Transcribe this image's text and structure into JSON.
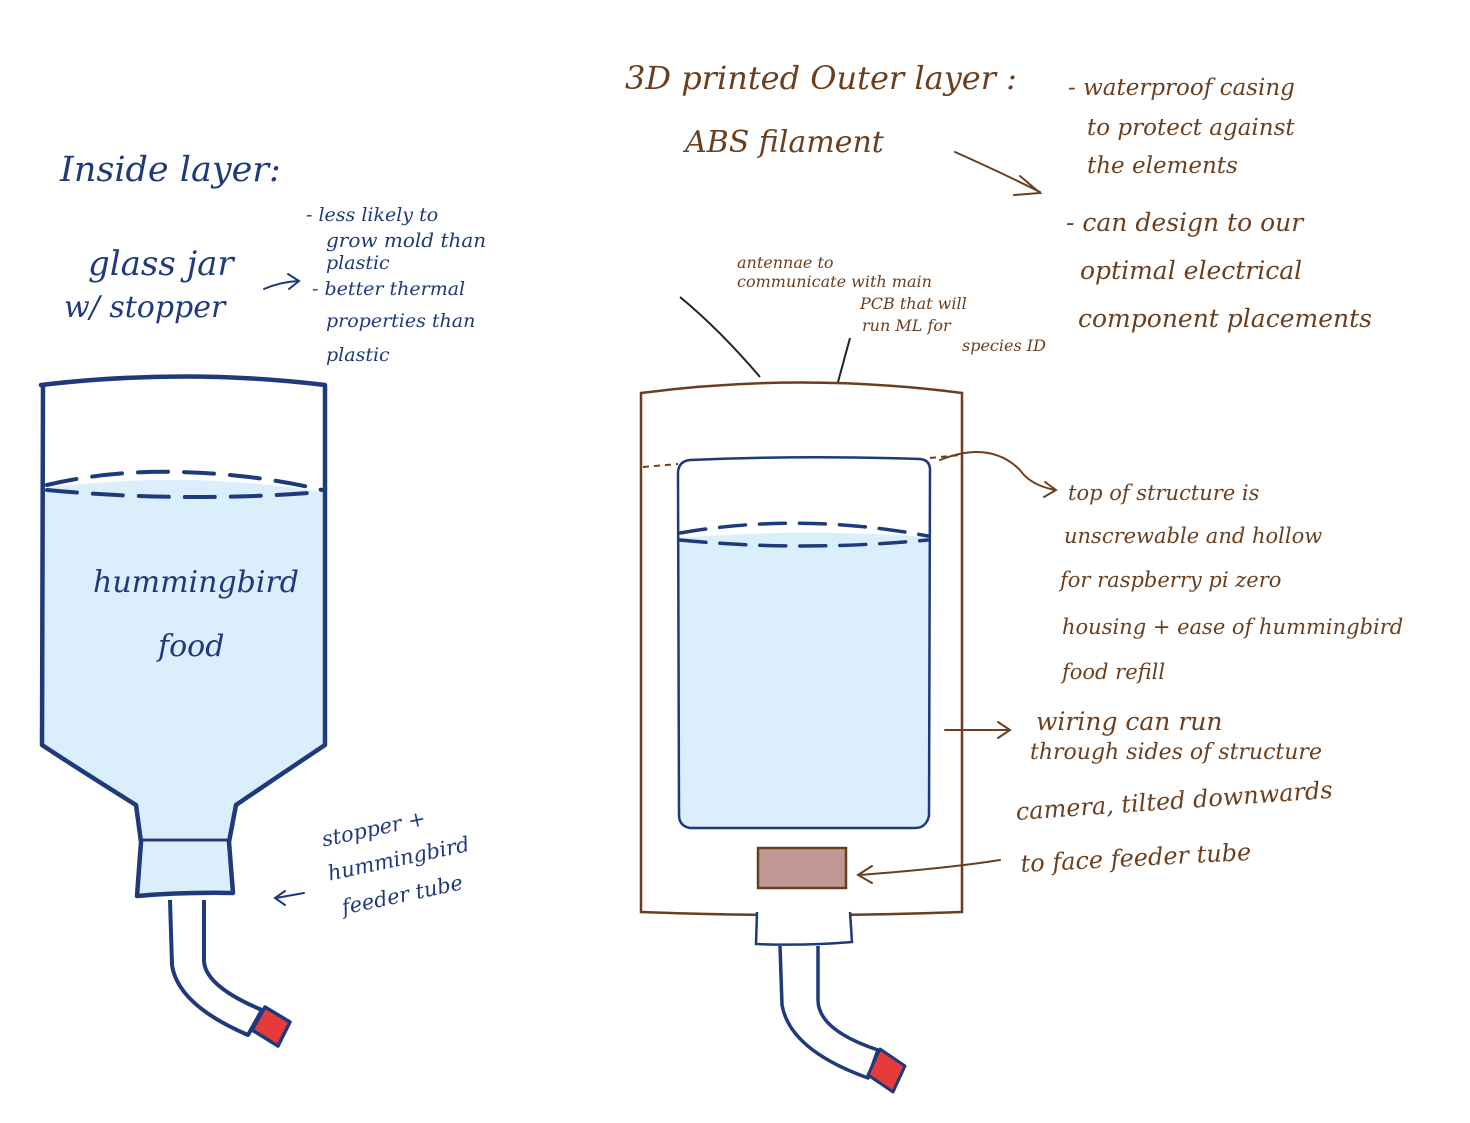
{
  "colors": {
    "ink_blue": "#1f3a7a",
    "ink_brown": "#6b3f1d",
    "liquid": "#dbeefb",
    "tip": "#e53b3b",
    "camera": "#bf9894",
    "paper": "#ffffff"
  },
  "inside": {
    "title": "Inside layer:",
    "jar_label_1": "glass jar",
    "jar_label_2": "w/ stopper",
    "notes": [
      "- less likely to",
      "grow mold than",
      "plastic",
      "- better thermal",
      "properties than",
      "plastic"
    ],
    "food_label_1": "hummingbird",
    "food_label_2": "food",
    "stopper_note": [
      "stopper +",
      "hummingbird",
      "feeder tube"
    ]
  },
  "outer": {
    "title": "3D printed Outer layer :",
    "material": "ABS filament",
    "notes": [
      "- waterproof casing",
      "to protect against",
      "the elements",
      "- can design to our",
      "optimal electrical",
      "component placements"
    ],
    "antenna_note": [
      "antennae to",
      "communicate with main",
      "PCB that will",
      "run ML for",
      "species ID"
    ],
    "top_note": [
      "top of structure is",
      "unscrewable and hollow",
      "for raspberry pi zero",
      "housing + ease of hummingbird",
      "food refill"
    ],
    "wiring_note": [
      "wiring can run",
      "through sides of structure"
    ],
    "camera_note": [
      "camera, tilted downwards",
      "to face feeder tube"
    ]
  }
}
